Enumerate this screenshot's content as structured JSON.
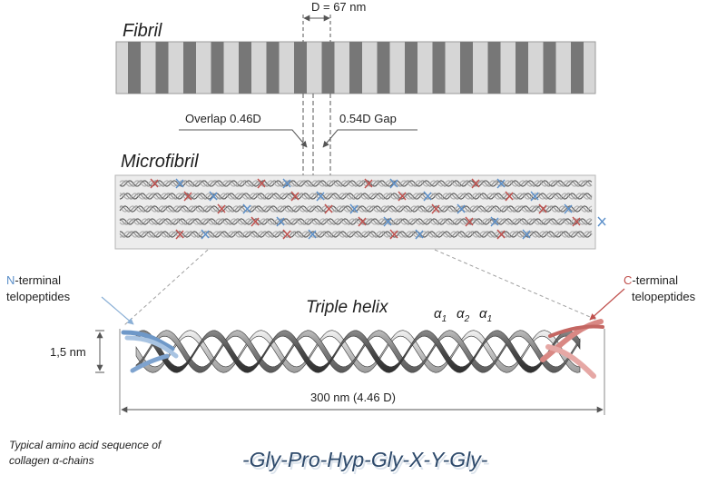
{
  "fibril": {
    "title": "Fibril",
    "period_label": "D = 67 nm"
  },
  "overlap_label": "Overlap 0.46D",
  "gap_label": "0.54D Gap",
  "microfibril": {
    "title": "Microfibril"
  },
  "n_terminal": {
    "letter": "N",
    "suffix": "-terminal",
    "line2": "telopeptides"
  },
  "c_terminal": {
    "letter": "C",
    "suffix": "-terminal",
    "line2": "telopeptides"
  },
  "triple_helix": {
    "title": "Triple helix",
    "chains": [
      {
        "alpha": "α",
        "sub": "1"
      },
      {
        "alpha": "α",
        "sub": "2"
      },
      {
        "alpha": "α",
        "sub": "1"
      }
    ]
  },
  "width_label": "1,5 nm",
  "length_label": "300 nm (4.46 D)",
  "sequence_caption": {
    "line1": "Typical amino acid sequence of",
    "line2": "collagen α-chains"
  },
  "sequence": "-Gly-Pro-Hyp-Gly-X-Y-Gly-",
  "colors": {
    "n_terminal": "#5b8fc9",
    "c_terminal": "#c0504d",
    "sequence": "#2e4a6b",
    "band_dark": "#777777",
    "band_light": "#c9c9c9"
  }
}
